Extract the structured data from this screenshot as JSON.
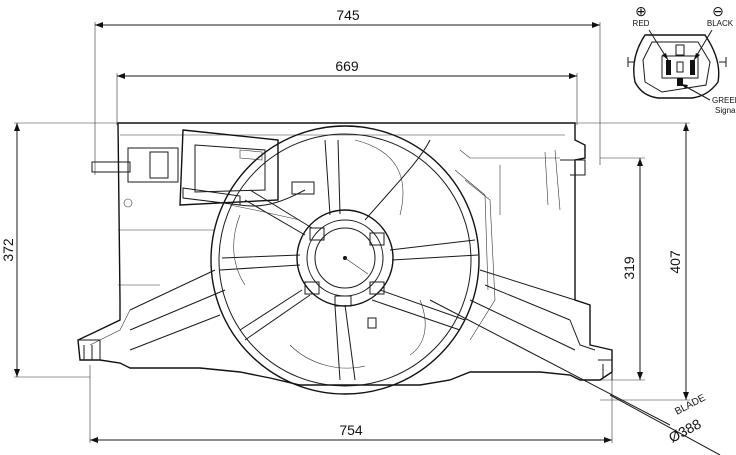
{
  "dimensions": {
    "overall_width": "745",
    "inner_width": "669",
    "bottom_width": "754",
    "left_height": "372",
    "right_inner_height": "319",
    "right_outer_height": "407"
  },
  "blade": {
    "label": "BLADE",
    "diameter": "Ø388"
  },
  "connector": {
    "positive_symbol": "⊕",
    "negative_symbol": "⊖",
    "red_label": "RED",
    "black_label": "BLACK",
    "green_label": "GREEN",
    "signal_label": "Signal"
  }
}
